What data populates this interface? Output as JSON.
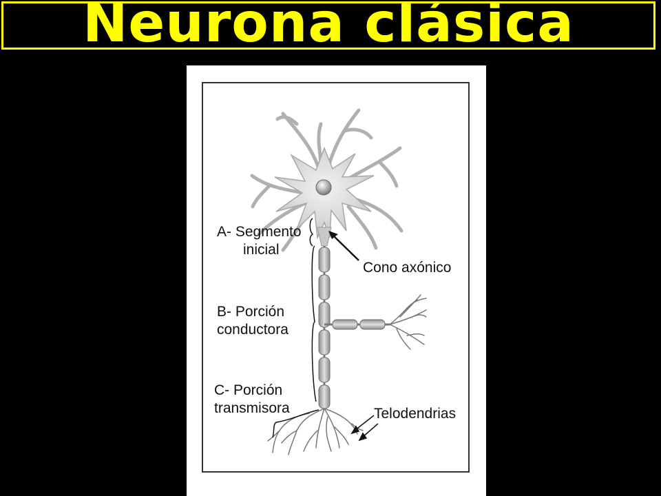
{
  "slide": {
    "title": "Neurona clásica"
  },
  "diagram": {
    "labels": {
      "segment_a_line1": "A- Segmento",
      "segment_a_line2": "inicial",
      "axon_hillock": "Cono axónico",
      "segment_b_line1": "B- Porción",
      "segment_b_line2": "conductora",
      "segment_c_line1": "C- Porción",
      "segment_c_line2": "transmisora",
      "telodendria": "Telodendrias"
    }
  },
  "colors": {
    "title_text": "#ffff00",
    "background": "#000000",
    "panel": "#ffffff"
  }
}
